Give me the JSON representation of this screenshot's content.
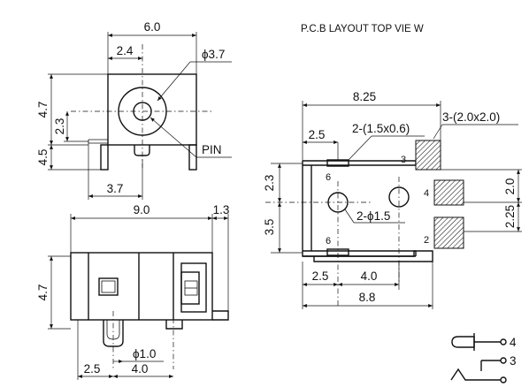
{
  "front_view": {
    "dim_width": "6.0",
    "dim_offset": "2.4",
    "dim_hole": "ϕ3.7",
    "dim_height": "4.7",
    "dim_center": "2.3",
    "dim_lead": "4.5",
    "dim_lead_width": "3.7",
    "pin_label": "PIN"
  },
  "side_view": {
    "dim_length": "9.0",
    "dim_tab": "1.3",
    "dim_height": "4.7",
    "dim_pin": "ϕ1.0",
    "dim_a": "2.5",
    "dim_b": "4.0"
  },
  "pcb_layout": {
    "title": "P.C.B LAYOUT  TOP VIE W",
    "dim_width": "8.25",
    "dim_slot": "2-(1.5x0.6)",
    "dim_pad": "3-(2.0x2.0)",
    "dim_left": "2.5",
    "dim_upper": "2.3",
    "dim_lower": "3.5",
    "dim_hole": "2-ϕ1.5",
    "dim_bottom_a": "2.5",
    "dim_bottom_b": "4.0",
    "dim_total": "8.8",
    "dim_pad_gap": "2.0",
    "dim_pad_gap2": "2.25",
    "pin_3": "3",
    "pin_4": "4",
    "pin_2": "2",
    "slot_top": "6",
    "slot_bottom": "6"
  },
  "schematic": {
    "pin_4": "4",
    "pin_3": "3"
  }
}
